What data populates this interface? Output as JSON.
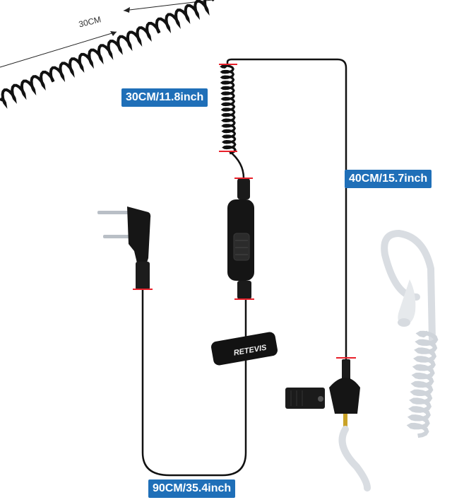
{
  "dimension_text": "30CM",
  "labels": {
    "coil": "30CM/11.8inch",
    "earpiece": "40CM/15.7inch",
    "main": "90CM/35.4inch"
  },
  "brand": "RETEVIS",
  "colors": {
    "label_bg": "#1f6fb8",
    "label_text": "#ffffff",
    "cable": "#111111",
    "marker": "#e8202a",
    "tube": "#d9dde2"
  },
  "icons": [
    "ptt-button",
    "k-plug-connector",
    "acoustic-tube",
    "clothing-clip"
  ]
}
